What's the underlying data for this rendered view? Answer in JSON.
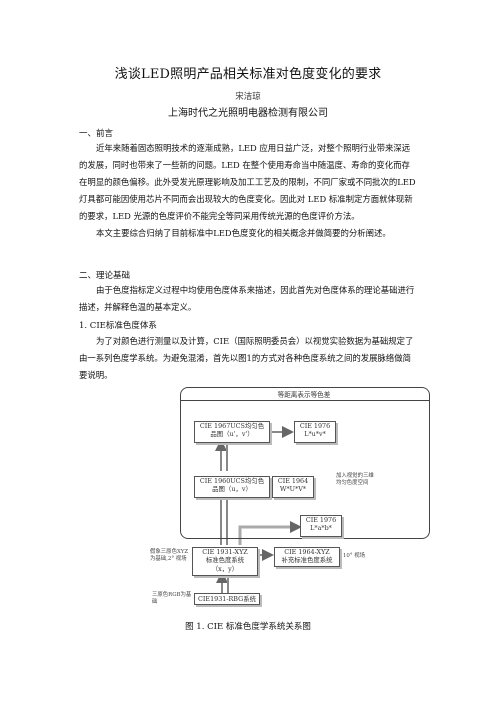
{
  "title": "浅谈LED照明产品相关标准对色度变化的要求",
  "author": "宋洁琼",
  "organization": "上海时代之光照明电器检测有限公司",
  "section1": {
    "heading": "一、前言",
    "para1": [
      "近年来随着固态照明技术的逐渐成熟，LED 应用日益广泛，对整个照明行业带来深远",
      "的发展，同时也带来了一些新的问题。LED 在整个使用寿命当中随温度、寿命的变化而存",
      "在明显的颜色偏移。此外受发光原理影响及加工工艺及的限制，不同厂家或不同批次的LED",
      "灯具都可能因使用芯片不同而会出现较大的色度变化。因此对 LED 标准制定方面就体现新",
      "的要求，LED 光源的色度评价不能完全等同采用传统光源的色度评价方法。"
    ],
    "para2": "本文主要综合归纳了目前标准中LED色度变化的相关概念并做简要的分析阐述。"
  },
  "section2": {
    "heading": "二、理论基础",
    "para1": [
      "由于色度指标定义过程中均使用色度体系来描述，因此首先对色度体系的理论基础进行",
      "描述，并解释色温的基本定义。"
    ],
    "sub1": "1.   CIE标准色度体系",
    "para2": [
      "为了对颜色进行测量以及计算，CIE（国际照明委员会）以视觉实验数据为基础规定了",
      "由一系列色度学系统。为避免混淆，首先以图1的方式对各种色度系统之间的发展脉络做简",
      "要说明。"
    ]
  },
  "figure": {
    "frame_title": "等距离表示等色差",
    "box_1967": [
      "CIE 1967UCS均匀色",
      "品图（u'，v'）"
    ],
    "box_1976luv": [
      "CIE 1976",
      "L*u*v*"
    ],
    "box_1960": [
      "CIE 1960UCS均匀色",
      "品图（u，v）"
    ],
    "box_1964": [
      "CIE 1964",
      "W*U*V*"
    ],
    "note_lightness": [
      "加入视觉的三维",
      "均匀色度空间"
    ],
    "box_1976lab": [
      "CIE 1976",
      "L*a*b*"
    ],
    "box_1931xyz": [
      "CIE 1931-XYZ",
      "标准色度系统",
      "（x，y）"
    ],
    "box_1964xyz": [
      "CIE 1964-XYZ",
      "补充标准色度系统"
    ],
    "note_10deg": "10° 视场",
    "note_2deg": [
      "假象三原色XYZ",
      "为基础,2° 视场"
    ],
    "note_rgb": [
      "三原色RGB为基",
      "础"
    ],
    "box_1931rgb": "CIE1931-RBG系统",
    "caption": "图 1. CIE 标准色度学系统关系图"
  }
}
